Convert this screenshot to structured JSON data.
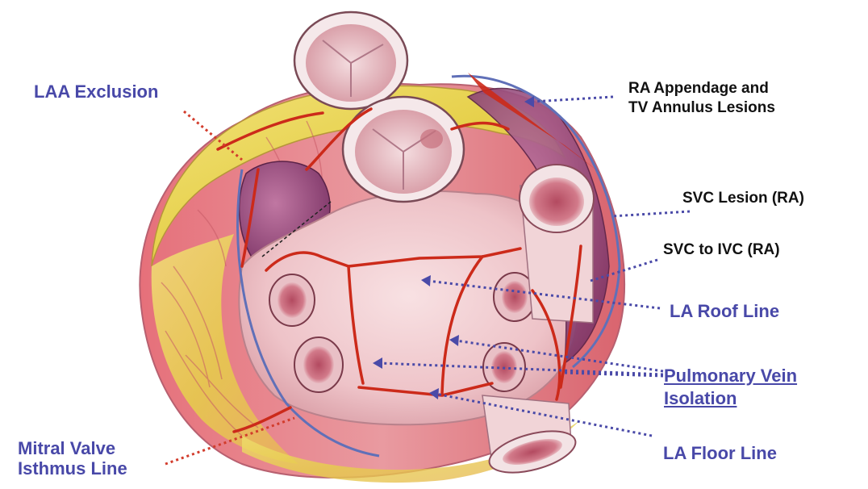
{
  "labels": {
    "laa_exclusion": "LAA Exclusion",
    "ra_appendage_line1": "RA Appendage and",
    "ra_appendage_line2": "TV Annulus Lesions",
    "svc_lesion": "SVC Lesion (RA)",
    "svc_to_ivc": "SVC to IVC  (RA)",
    "la_roof_line": "LA Roof Line",
    "pulmonary_vein_line1": "Pulmonary Vein",
    "pulmonary_vein_line2": "Isolation",
    "la_floor_line": "LA Floor Line",
    "mitral_valve_line1": "Mitral Valve",
    "mitral_valve_line2": "Isthmus Line"
  },
  "colors": {
    "label_blue": "#4848a8",
    "label_dark": "#111111",
    "lesion_red": "#cc2a1a",
    "pointer_blue": "#4a4aa8",
    "pointer_red": "#d23c2c",
    "heart_pink": "#efc7cb",
    "fat_yellow": "#e6d24a",
    "appendage_purple": "#9a4a80"
  }
}
